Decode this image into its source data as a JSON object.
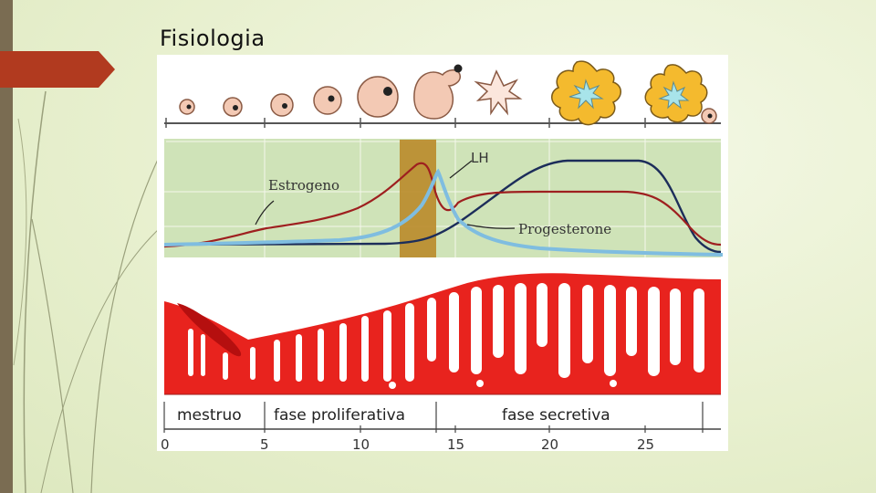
{
  "slide": {
    "title": "Fisiologia"
  },
  "figure": {
    "curve_labels": {
      "lh": "LH",
      "estrogen": "Estrogeno",
      "progesterone": "Progesterone"
    },
    "phases": [
      "mestruo",
      "fase proliferativa",
      "fase secretiva"
    ],
    "day_ticks": [
      "0",
      "5",
      "10",
      "15",
      "20",
      "25"
    ],
    "colors": {
      "lh": "#7fbde0",
      "estrogen": "#9e1f1f",
      "progesterone": "#1c2d5a",
      "ovulation_band": "#b9892a",
      "endometrium": "#e8231e",
      "follicle": "#f3c9b4",
      "corpus_luteum": "#f4ba2e"
    }
  }
}
